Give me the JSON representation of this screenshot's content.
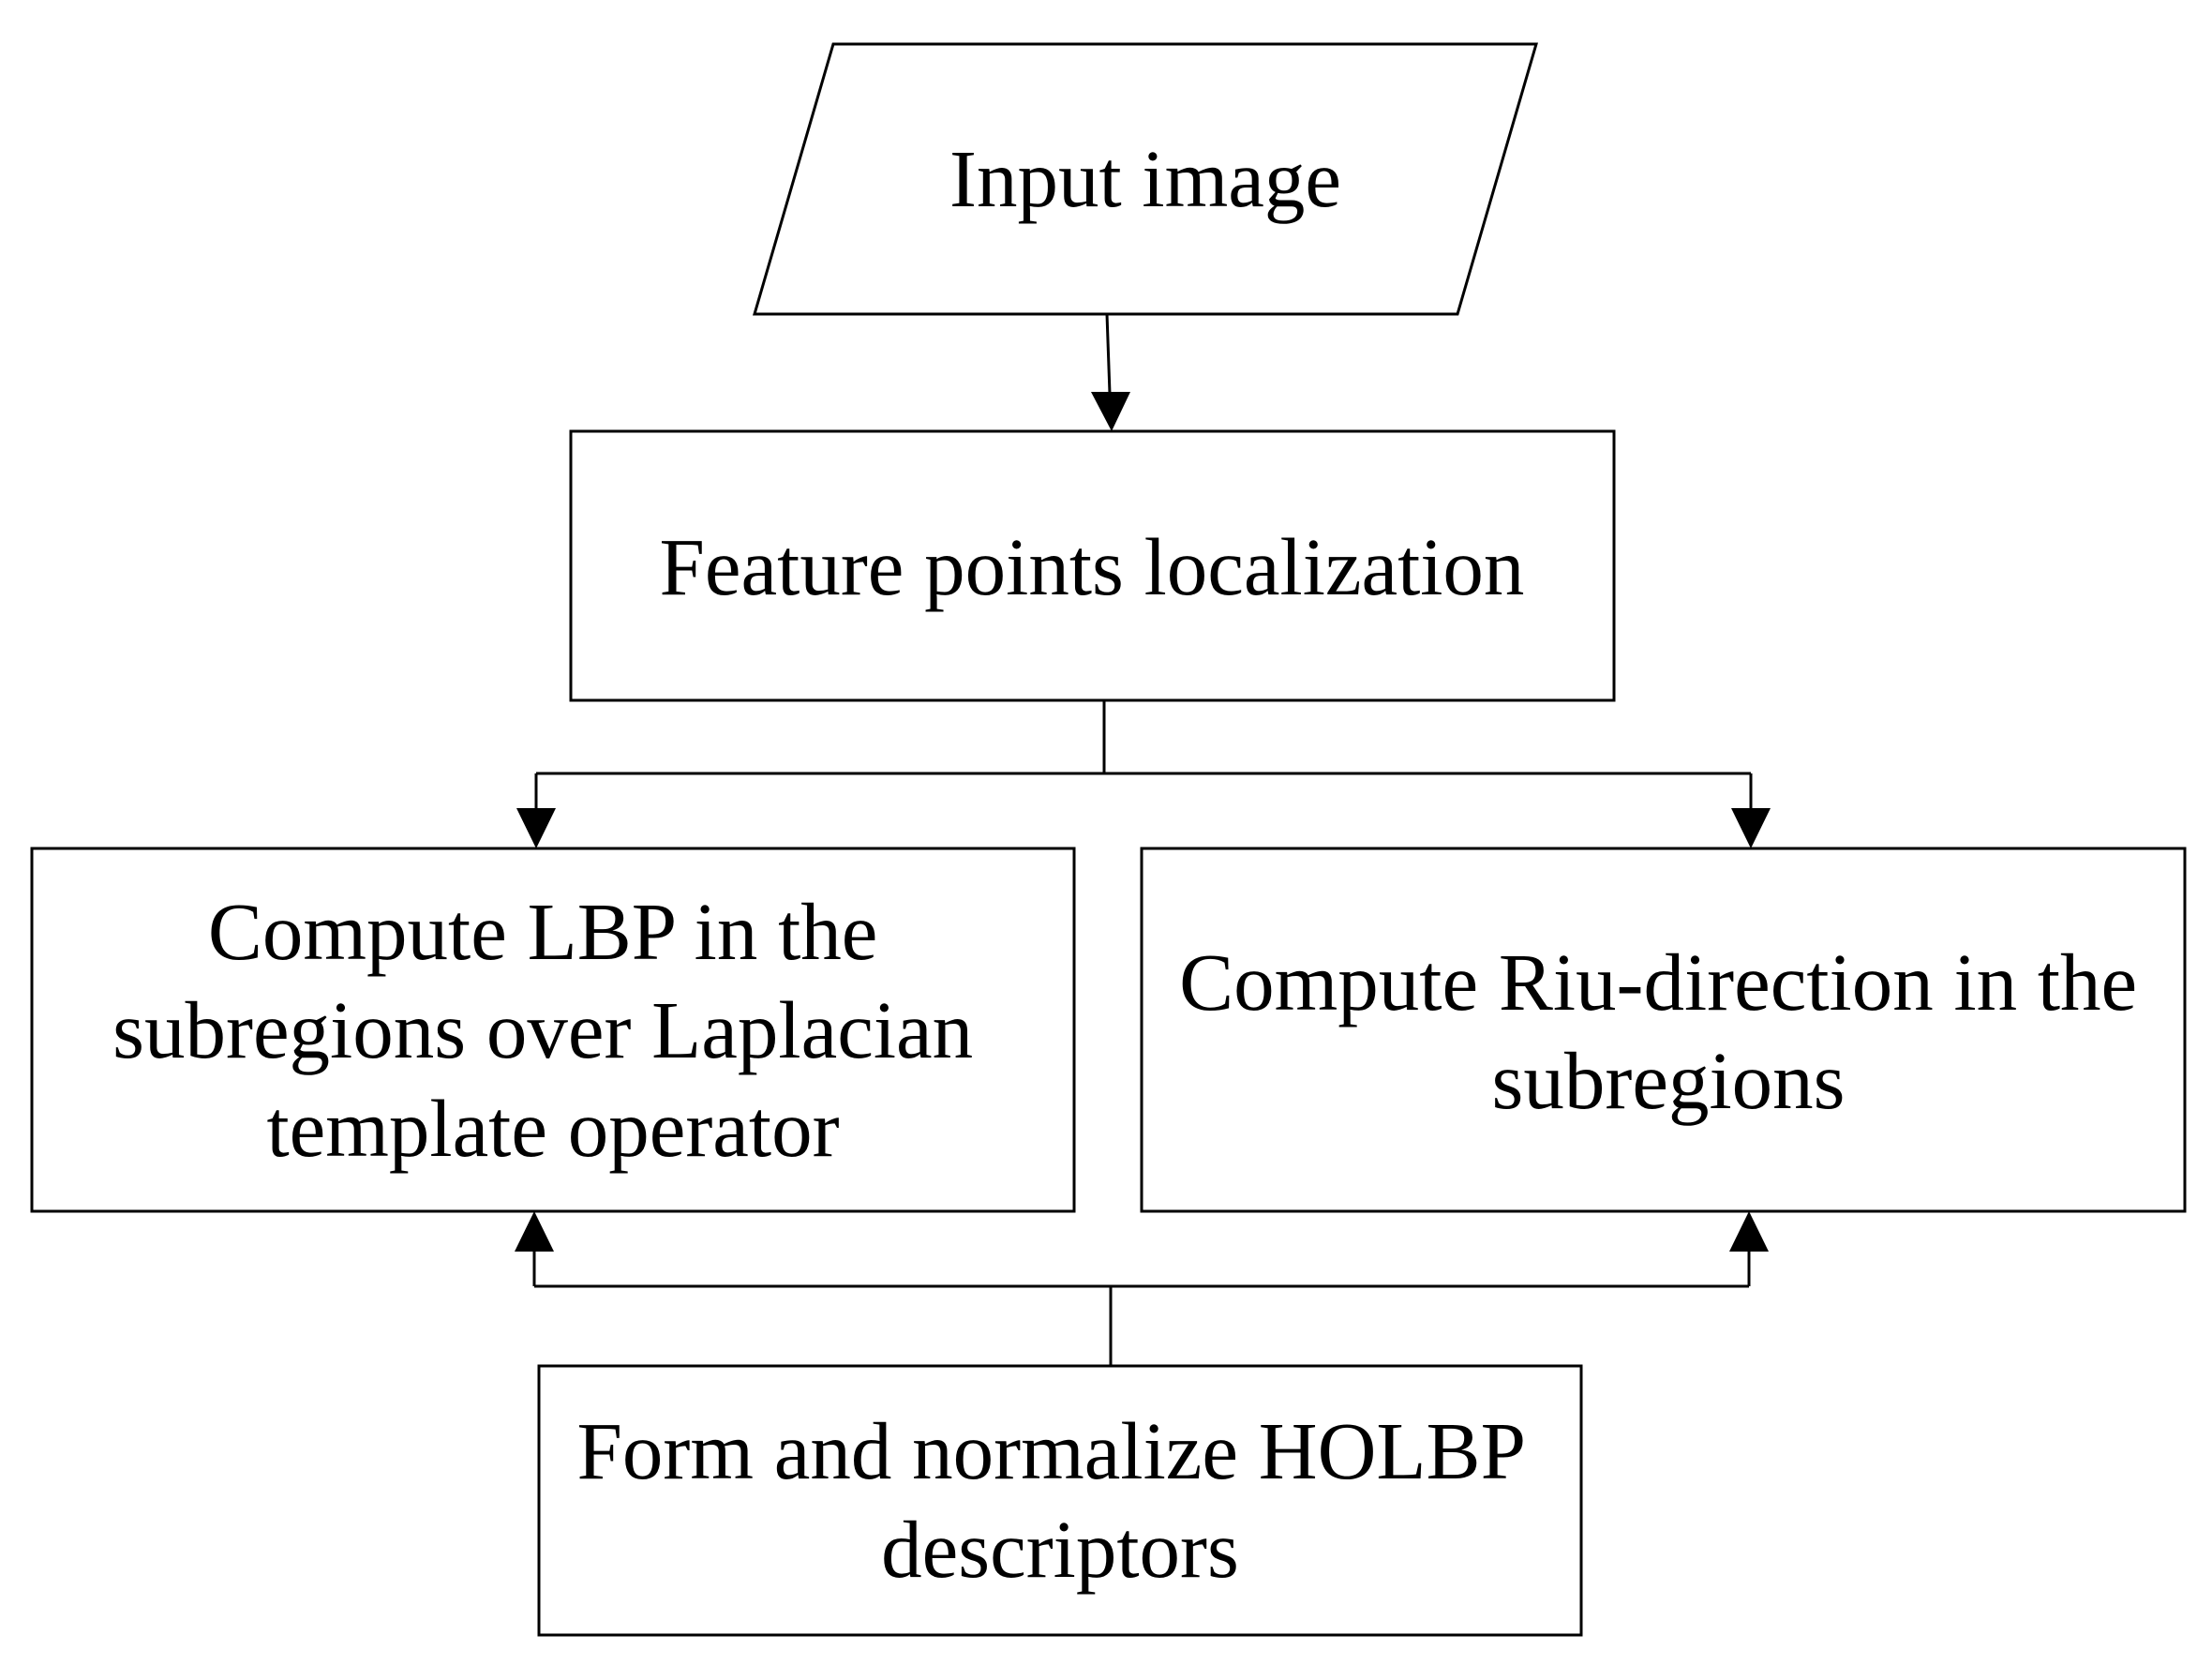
{
  "nodes": {
    "input": {
      "shape": "parallelogram",
      "lines": [
        "Input image"
      ]
    },
    "feature": {
      "shape": "rectangle",
      "lines": [
        "Feature points localization"
      ]
    },
    "lbp": {
      "shape": "rectangle",
      "lines": [
        "Compute LBP in the",
        "subregions over Laplacian",
        "template operator"
      ]
    },
    "riu": {
      "shape": "rectangle",
      "lines": [
        "Compute Riu-direction in the",
        "subregions"
      ]
    },
    "holbp": {
      "shape": "rectangle",
      "lines": [
        "Form and  normalize HOLBP",
        "descriptors"
      ]
    }
  },
  "edges": [
    {
      "from": "input",
      "to": "feature"
    },
    {
      "from": "feature",
      "to": "lbp"
    },
    {
      "from": "feature",
      "to": "riu"
    },
    {
      "from": "holbp",
      "to": "lbp"
    },
    {
      "from": "holbp",
      "to": "riu"
    }
  ],
  "colors": {
    "stroke": "#000000",
    "fill": "#ffffff",
    "text": "#000000"
  }
}
